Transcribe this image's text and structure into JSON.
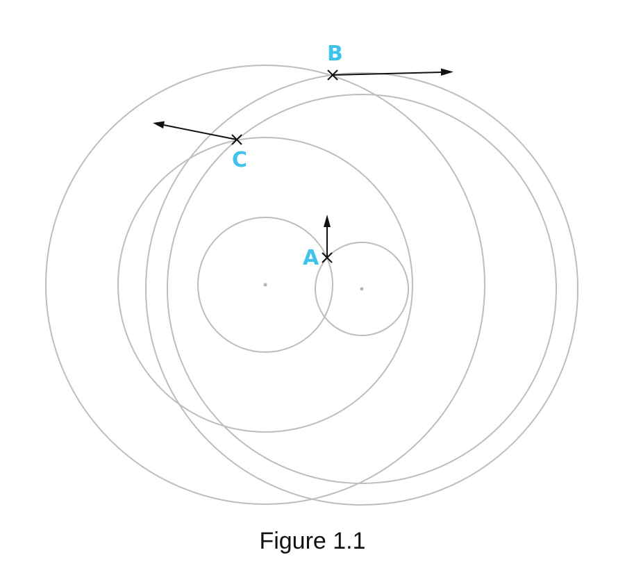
{
  "diagram": {
    "caption": "Figure 1.1",
    "colors": {
      "circle": "#bdbdbd",
      "label": "#3fc3ee",
      "marker": "#111111"
    },
    "points": [
      {
        "label": "A",
        "marker": "cross",
        "arrow": "up"
      },
      {
        "label": "B",
        "marker": "cross",
        "arrow": "right"
      },
      {
        "label": "C",
        "marker": "cross",
        "arrow": "up-left"
      }
    ]
  }
}
